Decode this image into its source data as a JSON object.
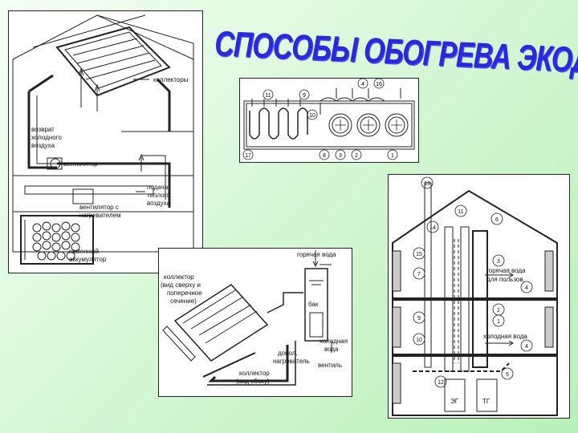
{
  "title": "СПОСОБЫ ОБОГРЕВА ЭКОДОМА",
  "panel_air": {
    "collectors": "коллекторы",
    "return_cold_air": [
      "возврат",
      "холодного",
      "воздуха"
    ],
    "fan": "вентилятор",
    "warm_air_supply": [
      "подача",
      "теплого",
      "воздуха"
    ],
    "fan_with_heater": [
      "вентилятор с",
      "нагревателем"
    ],
    "stone_accumulator": [
      "каменный",
      "аккумулятор"
    ]
  },
  "panel_cross": {
    "numbers": [
      "11",
      "9",
      "4",
      "16",
      "10",
      "17",
      "8",
      "3",
      "2",
      "1"
    ]
  },
  "panel_water": {
    "hot_water": "горячая вода",
    "collector_top": [
      "коллектор",
      "(вид сверху и",
      "поперечное",
      "сечение)"
    ],
    "tank": "бак",
    "cold_water": [
      "холодная",
      "вода"
    ],
    "aux_heater": [
      "допол.",
      "нагреватель"
    ],
    "valve": "вентиль",
    "collector_side": [
      "коллектор",
      "(вид сбоку)"
    ]
  },
  "panel_house": {
    "numbers": [
      "13",
      "11",
      "6",
      "14",
      "15",
      "7",
      "3",
      "4",
      "2",
      "1",
      "9",
      "10",
      "4",
      "12",
      "5"
    ],
    "hot_water_use": [
      "горячая вода",
      "для пользов."
    ],
    "cold_water": "холодная вода",
    "eg": "ЭГ",
    "tg": "ТГ"
  }
}
